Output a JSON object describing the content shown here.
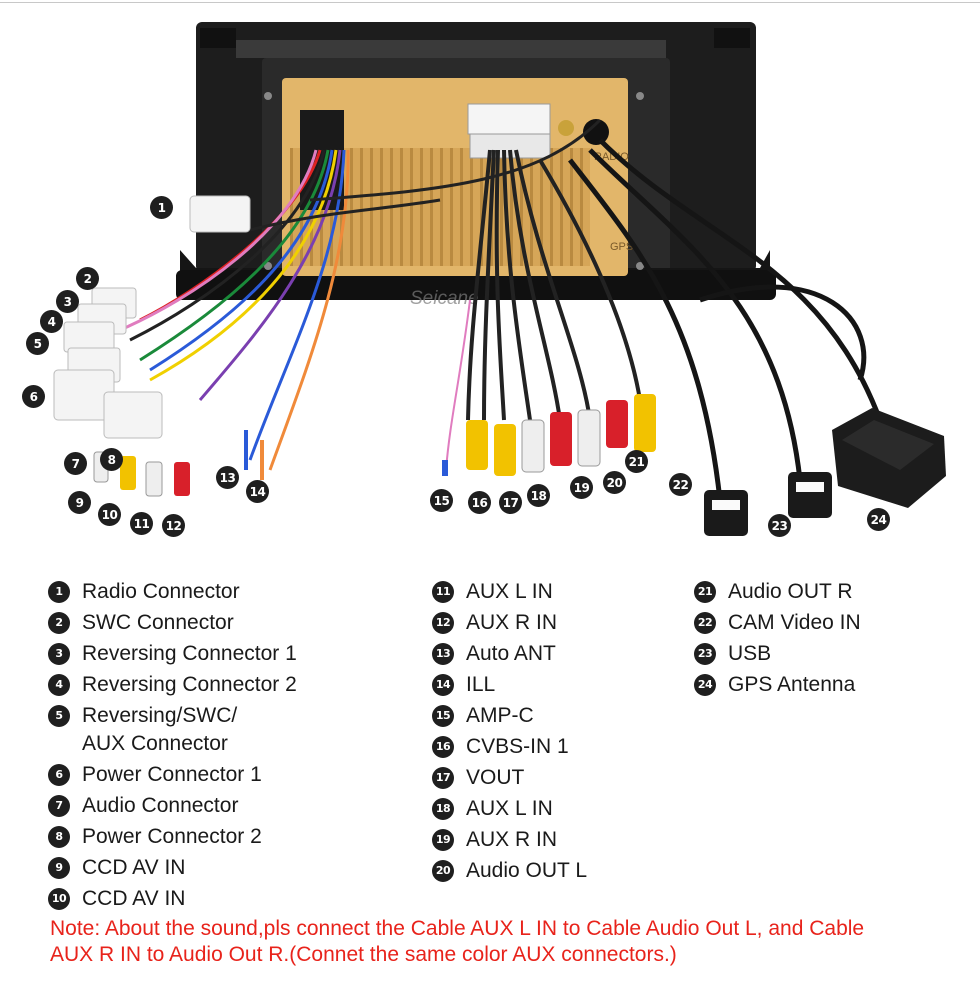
{
  "brand": {
    "watermark": "Seicane"
  },
  "unit_labels": {
    "radio": "RADIO",
    "gps": "GPS"
  },
  "callouts": [
    "1",
    "2",
    "3",
    "4",
    "5",
    "6",
    "7",
    "8",
    "9",
    "10",
    "11",
    "12",
    "13",
    "14",
    "15",
    "16",
    "17",
    "18",
    "19",
    "20",
    "21",
    "22",
    "23",
    "24"
  ],
  "legend": {
    "col1": [
      {
        "num": "1",
        "label": "Radio Connector"
      },
      {
        "num": "2",
        "label": "SWC Connector"
      },
      {
        "num": "3",
        "label": "Reversing Connector 1"
      },
      {
        "num": "4",
        "label": "Reversing Connector 2"
      },
      {
        "num": "5",
        "label": "Reversing/SWC/\nAUX Connector"
      },
      {
        "num": "6",
        "label": "Power Connector 1"
      },
      {
        "num": "7",
        "label": "Audio Connector"
      },
      {
        "num": "8",
        "label": "Power Connector 2"
      },
      {
        "num": "9",
        "label": "CCD AV IN"
      },
      {
        "num": "10",
        "label": "CCD AV IN"
      }
    ],
    "col2": [
      {
        "num": "11",
        "label": "AUX L IN"
      },
      {
        "num": "12",
        "label": "AUX R IN"
      },
      {
        "num": "13",
        "label": "Auto ANT"
      },
      {
        "num": "14",
        "label": "ILL"
      },
      {
        "num": "15",
        "label": "AMP-C"
      },
      {
        "num": "16",
        "label": "CVBS-IN 1"
      },
      {
        "num": "17",
        "label": "VOUT"
      },
      {
        "num": "18",
        "label": "AUX L IN"
      },
      {
        "num": "19",
        "label": "AUX R IN"
      },
      {
        "num": "20",
        "label": "Audio OUT L"
      }
    ],
    "col3": [
      {
        "num": "21",
        "label": "Audio OUT R"
      },
      {
        "num": "22",
        "label": "CAM Video IN"
      },
      {
        "num": "23",
        "label": "USB"
      },
      {
        "num": "24",
        "label": "GPS Antenna"
      }
    ]
  },
  "note": {
    "line1": "Note: About the sound,pls connect the Cable AUX L IN to Cable Audio Out L, and Cable",
    "line2": "AUX R IN to  Audio Out R.(Connet the same color AUX connectors.)"
  },
  "colors": {
    "note": "#e8231b",
    "heatsink": "#d8a85a",
    "frame": "#1c1c1c",
    "rca_yellow": "#f2c200",
    "rca_white": "#eeeeee",
    "rca_red": "#d8202a"
  }
}
